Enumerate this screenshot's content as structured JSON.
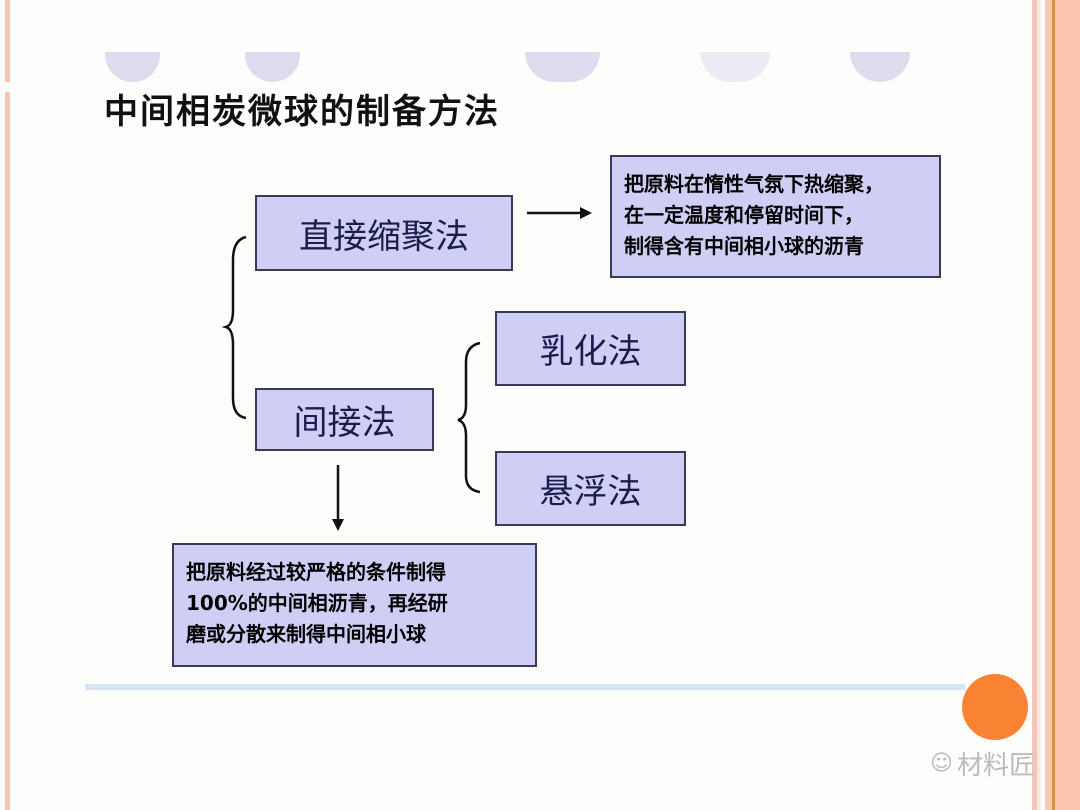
{
  "title": "中间相炭微球的制备方法",
  "boxes": {
    "direct": "直接缩聚法",
    "indirect": "间接法",
    "emulsion": "乳化法",
    "suspension": "悬浮法"
  },
  "direct_desc": [
    "把原料在惰性气氛下热缩聚，",
    "在一定温度和停留时间下，",
    "制得含有中间相小球的沥青"
  ],
  "indirect_desc": [
    "把原料经过较严格的条件制得",
    "100%的中间相沥青，再经研",
    "磨或分散来制得中间相小球"
  ],
  "watermark": "材料匠",
  "colors": {
    "box_fill": "#cfcff6",
    "accent": "#f98333"
  }
}
